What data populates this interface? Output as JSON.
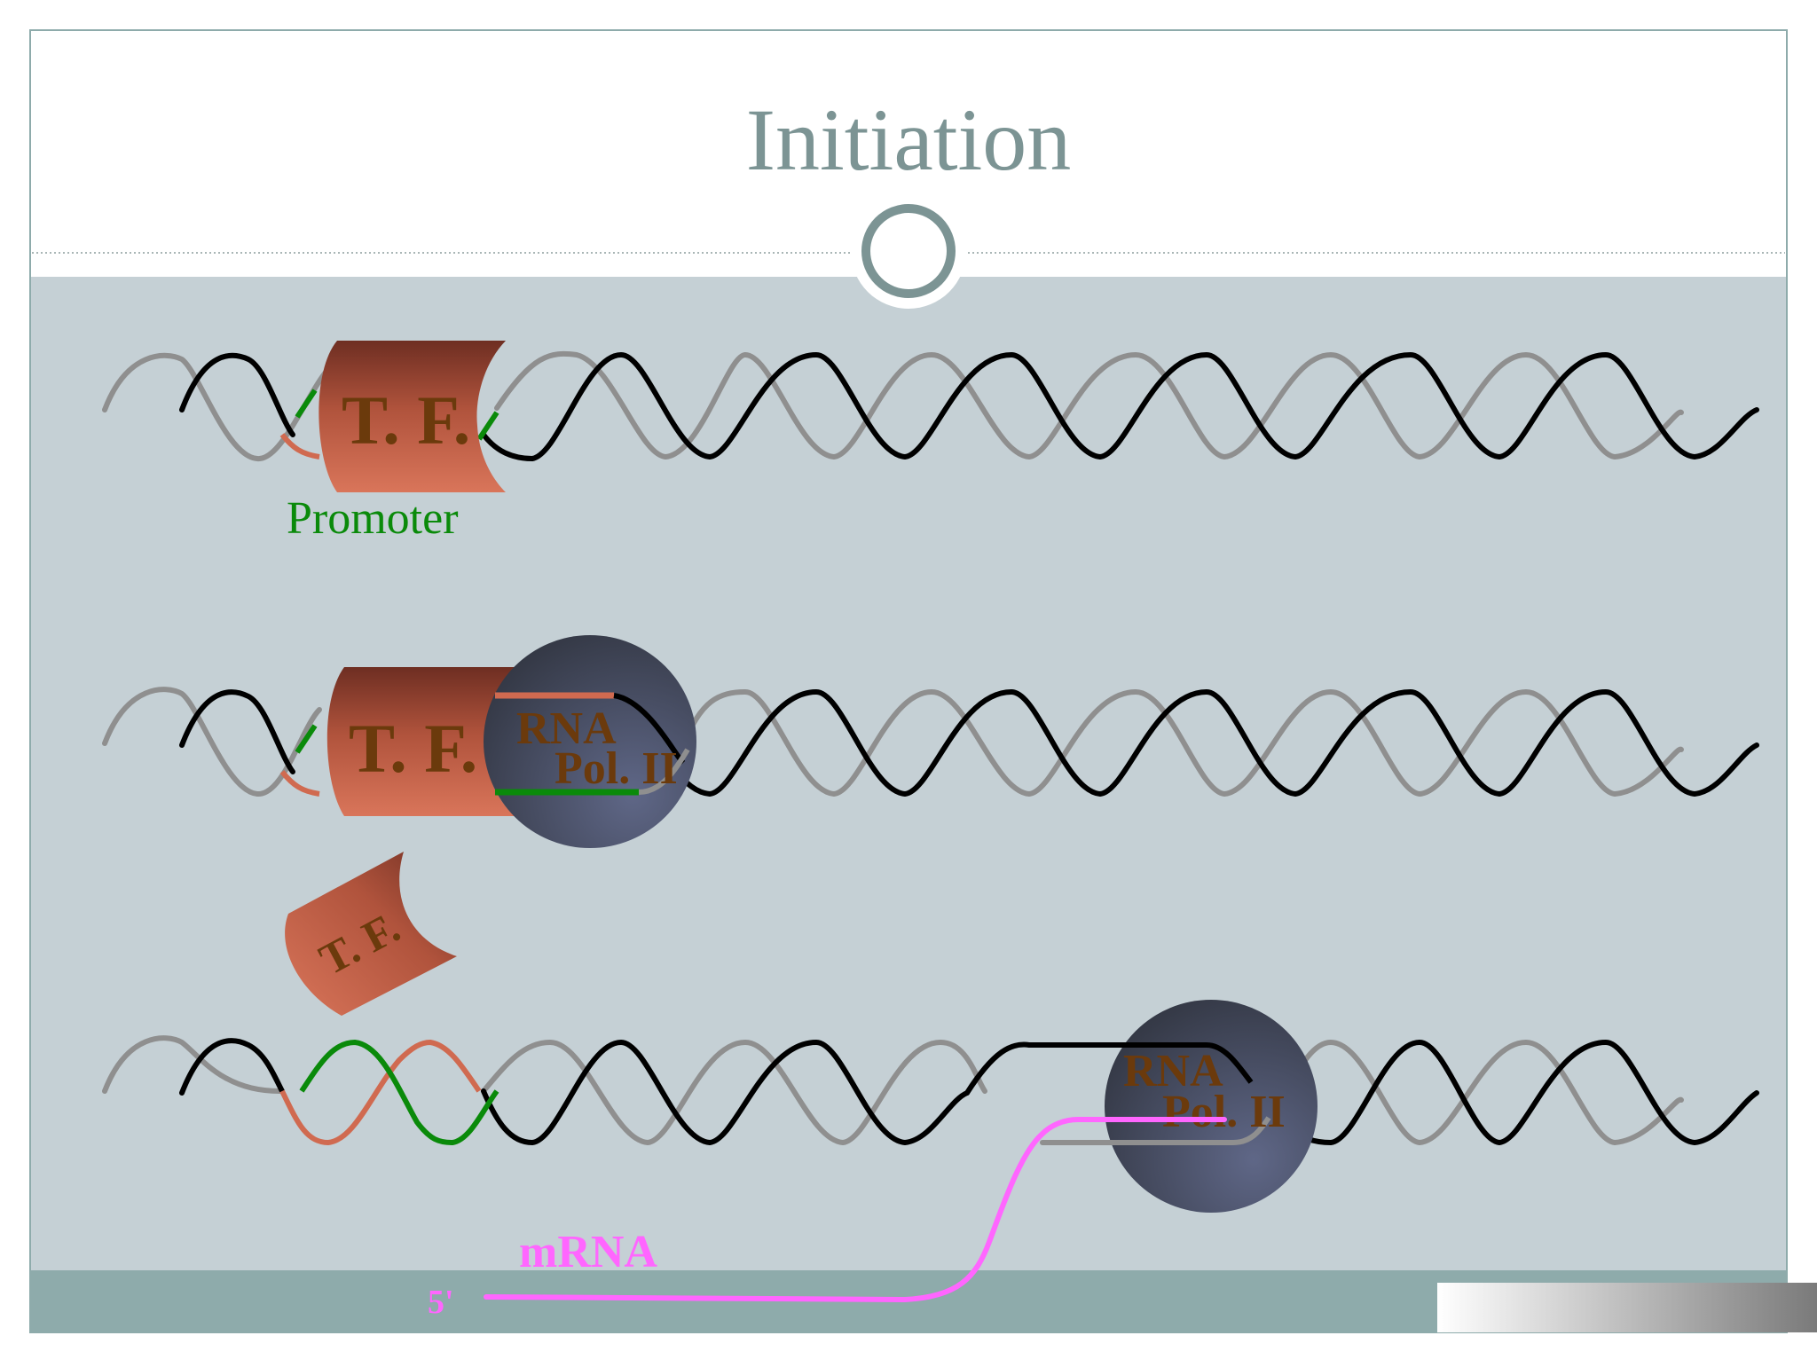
{
  "slide": {
    "title": "Initiation"
  },
  "labels": {
    "tf": "T. F.",
    "rna": "RNA",
    "pol": "Pol. II",
    "promoter": "Promoter",
    "mrna": "mRNA",
    "five_prime": "5'"
  },
  "colors": {
    "title": "#7c9494",
    "panel": "#c5d0d5",
    "footer_band": "#8eabab",
    "strand_dark": "#000000",
    "strand_light": "#8f8f8f",
    "promoter": "#0a8a0a",
    "tf_binding_site": "#d06a50",
    "tf_body": "#b85a42",
    "polymerase": "#4a5068",
    "mrna": "#ff66ff",
    "label_brown": "#6b3a0c"
  }
}
